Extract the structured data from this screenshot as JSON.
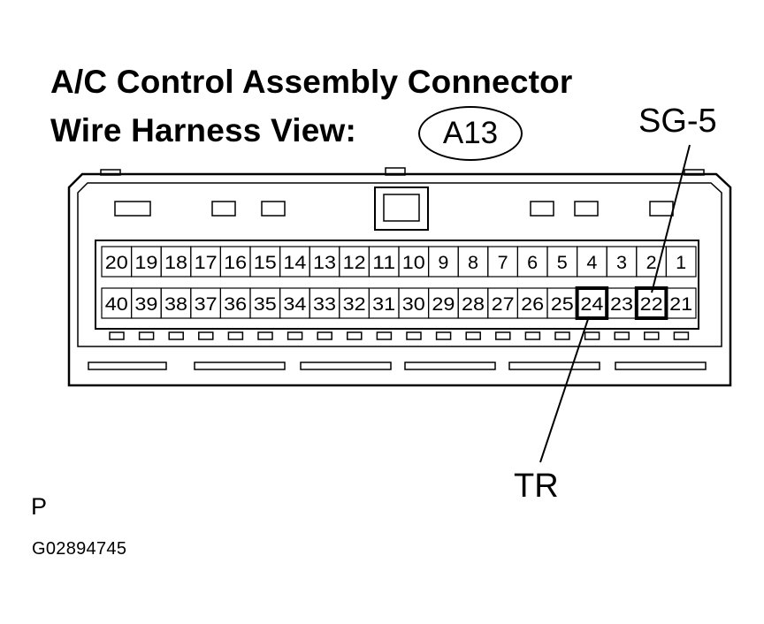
{
  "title": {
    "line1": "A/C Control Assembly Connector",
    "line2": "Wire Harness View:"
  },
  "connector_id": "A13",
  "callouts": {
    "upper": {
      "label": "SG-5",
      "pin": "22"
    },
    "lower": {
      "label": "TR",
      "pin": "24"
    }
  },
  "pins": {
    "top_row": [
      "20",
      "19",
      "18",
      "17",
      "16",
      "15",
      "14",
      "13",
      "12",
      "11",
      "10",
      "9",
      "8",
      "7",
      "6",
      "5",
      "4",
      "3",
      "2",
      "1"
    ],
    "bottom_row": [
      "40",
      "39",
      "38",
      "37",
      "36",
      "35",
      "34",
      "33",
      "32",
      "31",
      "30",
      "29",
      "28",
      "27",
      "26",
      "25",
      "24",
      "23",
      "22",
      "21"
    ],
    "highlighted": [
      "24",
      "22"
    ]
  },
  "footer": {
    "mark": "P",
    "code": "G02894745"
  }
}
